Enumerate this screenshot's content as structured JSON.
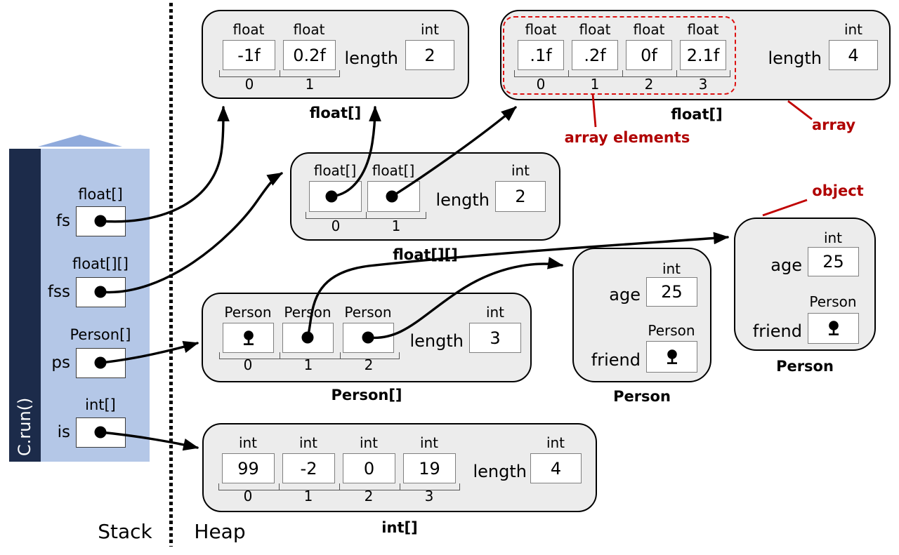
{
  "regions": {
    "stack_label": "Stack",
    "heap_label": "Heap"
  },
  "stack": {
    "frame_label": "C.run()",
    "vars": [
      {
        "name": "fs",
        "type": "float[]"
      },
      {
        "name": "fss",
        "type": "float[][]"
      },
      {
        "name": "ps",
        "type": "Person[]"
      },
      {
        "name": "is",
        "type": "int[]"
      }
    ]
  },
  "heap": {
    "float_array_2": {
      "caption": "float[]",
      "cells": [
        {
          "type": "float",
          "value": "-1f",
          "index": "0"
        },
        {
          "type": "float",
          "value": "0.2f",
          "index": "1"
        }
      ],
      "length_label": "length",
      "length_type": "int",
      "length_value": "2"
    },
    "float_array_4": {
      "caption": "float[]",
      "cells": [
        {
          "type": "float",
          "value": ".1f",
          "index": "0"
        },
        {
          "type": "float",
          "value": ".2f",
          "index": "1"
        },
        {
          "type": "float",
          "value": "0f",
          "index": "2"
        },
        {
          "type": "float",
          "value": "2.1f",
          "index": "3"
        }
      ],
      "length_label": "length",
      "length_type": "int",
      "length_value": "4"
    },
    "float_matrix": {
      "caption": "float[][]",
      "cells": [
        {
          "type": "float[]",
          "index": "0"
        },
        {
          "type": "float[]",
          "index": "1"
        }
      ],
      "length_label": "length",
      "length_type": "int",
      "length_value": "2"
    },
    "person_array": {
      "caption": "Person[]",
      "cells": [
        {
          "type": "Person",
          "index": "0"
        },
        {
          "type": "Person",
          "index": "1"
        },
        {
          "type": "Person",
          "index": "2"
        }
      ],
      "length_label": "length",
      "length_type": "int",
      "length_value": "3"
    },
    "person_1": {
      "caption": "Person",
      "age_label": "age",
      "age_type": "int",
      "age_value": "25",
      "friend_label": "friend",
      "friend_type": "Person"
    },
    "person_2": {
      "caption": "Person",
      "age_label": "age",
      "age_type": "int",
      "age_value": "25",
      "friend_label": "friend",
      "friend_type": "Person"
    },
    "int_array": {
      "caption": "int[]",
      "cells": [
        {
          "type": "int",
          "value": "99",
          "index": "0"
        },
        {
          "type": "int",
          "value": "-2",
          "index": "1"
        },
        {
          "type": "int",
          "value": "0",
          "index": "2"
        },
        {
          "type": "int",
          "value": "19",
          "index": "3"
        }
      ],
      "length_label": "length",
      "length_type": "int",
      "length_value": "4"
    }
  },
  "annotations": {
    "array_elements": "array elements",
    "array": "array",
    "object": "object"
  },
  "colors": {
    "annotation_red": "#b00000",
    "dashed_red": "#dd1111",
    "stack_navy": "#1c2b4a",
    "stack_blue": "#b4c7e7",
    "stack_arrow_blue": "#8faadc",
    "heap_box_fill": "#ececec"
  }
}
